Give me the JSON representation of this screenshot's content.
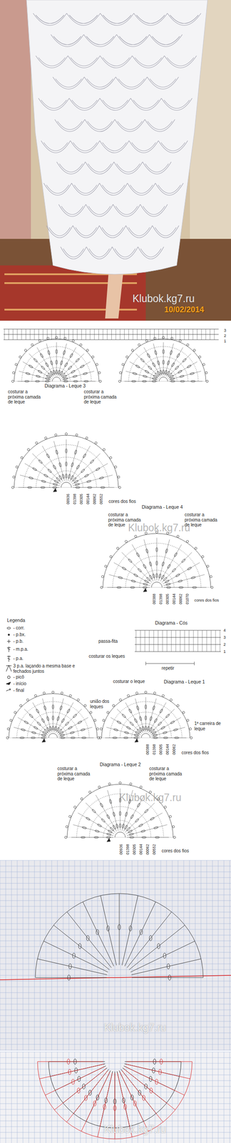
{
  "diagram": {
    "labels": [
      "Klubok.kg7.ru",
      "10/02/2014",
      "3",
      "2",
      "1",
      "Diagrama - Leque 3",
      "costurar a próxima camada de leque",
      "costurar a próxima camada de leque",
      "00936",
      "01398",
      "00305",
      "00144",
      "00062",
      "00552",
      "cores dos fios",
      "Diagrama - Leque 4",
      "costurar a próxima camada de leque",
      "costurar a próxima camada de leque",
      "Klubok.kg7.ru",
      "00388",
      "01398",
      "00305",
      "00144",
      "00062",
      "01070",
      "cores dos fios",
      "Diagrama - Cós",
      "passa-fita",
      "costurar os leques",
      "repetir",
      "4",
      "3",
      "2",
      "1",
      "costurar o leque",
      "Diagrama - Leque 1",
      "união dos leques",
      "1ª carreira de leque",
      "00388",
      "01398",
      "00305",
      "00144",
      "00062",
      "cores dos fios",
      "Legenda",
      "Diagrama - Leque 2",
      "costurar a próxima camada de leque",
      "costurar a próxima camada de leque",
      "Klubok.kg7.ru",
      "00936",
      "01398",
      "00305",
      "00144",
      "00062",
      "00552",
      "cores dos fios",
      "Klubok.kg7.ru",
      "Klubok.kg7.ru"
    ],
    "legend": [
      {
        "text": "- corr."
      },
      {
        "text": "- p.bx."
      },
      {
        "text": "- p.b."
      },
      {
        "text": "- m.p.a."
      },
      {
        "text": "- p.a."
      },
      {
        "text": "3 p.a. laçando a mesma base e fechados juntos"
      },
      {
        "text": "- picô"
      },
      {
        "text": "- início"
      },
      {
        "text": "- final"
      }
    ]
  }
}
